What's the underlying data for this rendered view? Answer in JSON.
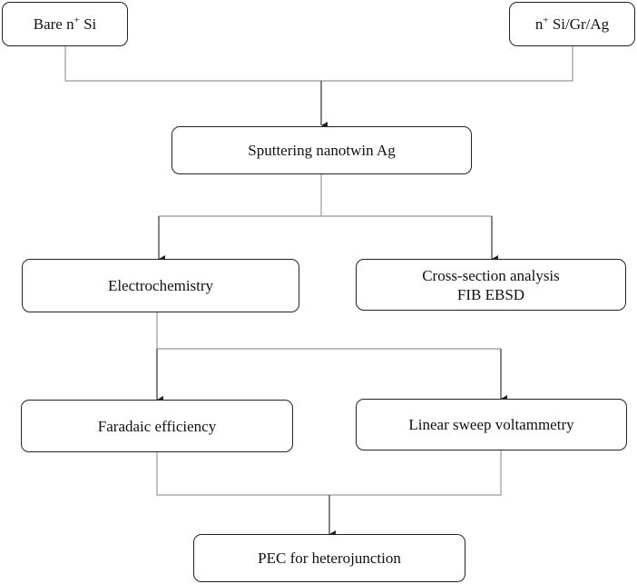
{
  "nodes": {
    "bare": {
      "label_main": "Bare n",
      "label_sup": "+",
      "label_tail": " Si"
    },
    "gr": {
      "label_main": "n",
      "label_sup": "+",
      "label_tail": " Si/Gr/Ag"
    },
    "sputter": {
      "label": "Sputtering nanotwin Ag"
    },
    "electro": {
      "label": "Electrochemistry"
    },
    "cross": {
      "line1": "Cross-section analysis",
      "line2": "FIB EBSD"
    },
    "faradaic": {
      "label": "Faradaic efficiency"
    },
    "lsv": {
      "label": "Linear sweep voltammetry"
    },
    "pec": {
      "label": "PEC for heterojunction"
    }
  }
}
